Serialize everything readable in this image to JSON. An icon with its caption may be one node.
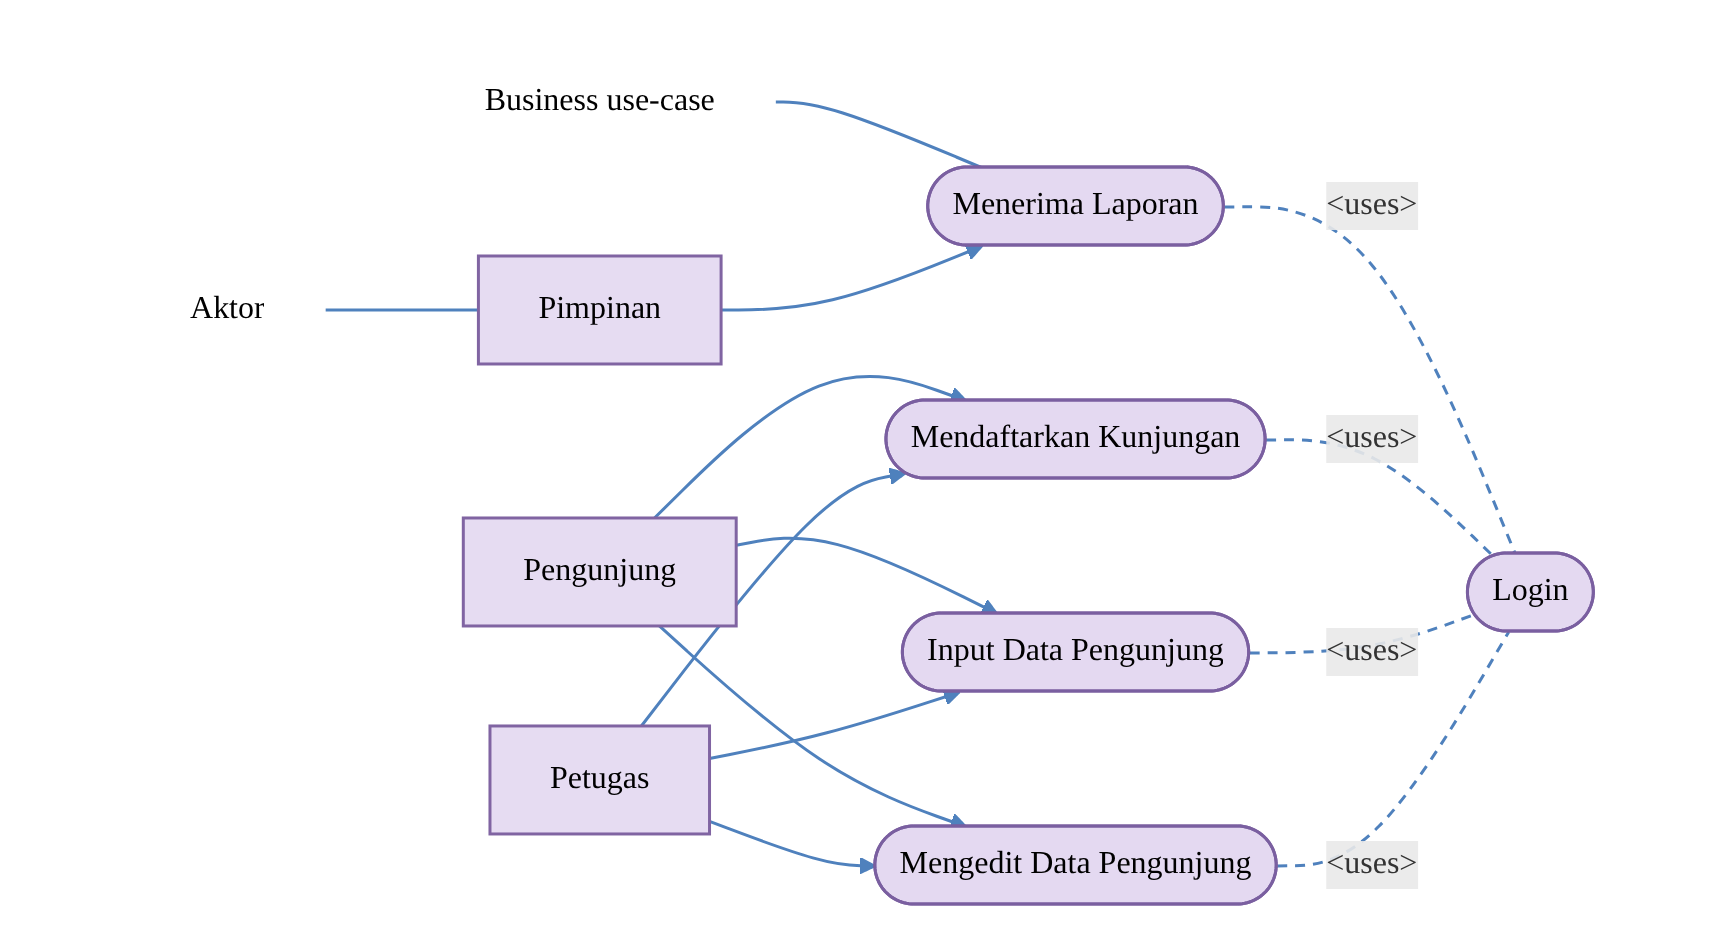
{
  "diagram": {
    "nodes": [
      {
        "text": [
          "Pimpinan"
        ]
      },
      {
        "text": [
          "Pengunjung"
        ]
      },
      {
        "text": [
          "Petugas"
        ]
      },
      {
        "text": [
          "Aktor"
        ]
      },
      {
        "text": [
          "Business use-case"
        ]
      },
      {
        "text": [
          "Menerima Laporan"
        ]
      },
      {
        "text": [
          "Mendaftarkan Kunjungan"
        ]
      },
      {
        "text": [
          "Input Data Pengunjung"
        ]
      },
      {
        "text": [
          "Mengedit Data Pengunjung"
        ]
      },
      {
        "text": [
          "Login"
        ]
      }
    ],
    "edges": [
      {
        "from": 3,
        "to": 0,
        "arrow": "none"
      },
      {
        "from": 4,
        "to": 5,
        "arrow": "none"
      },
      {
        "from": 0,
        "to": 5,
        "arrow": "to"
      },
      {
        "from": 1,
        "to": 6,
        "arrow": "to"
      },
      {
        "from": 1,
        "to": 7,
        "arrow": "to"
      },
      {
        "from": 1,
        "to": 8,
        "arrow": "to"
      },
      {
        "from": 2,
        "to": 6,
        "arrow": "to"
      },
      {
        "from": 2,
        "to": 7,
        "arrow": "to"
      },
      {
        "from": 2,
        "to": 8,
        "arrow": "to"
      },
      {
        "from": 5,
        "to": 9,
        "label": "<uses>",
        "arrow": "none",
        "style": "dashed"
      },
      {
        "from": 6,
        "to": 9,
        "label": "<uses>",
        "arrow": "none",
        "style": "dashed"
      },
      {
        "from": 7,
        "to": 9,
        "label": "<uses>",
        "arrow": "none",
        "style": "dashed"
      },
      {
        "from": 8,
        "to": 9,
        "label": "<uses>",
        "arrow": "none",
        "style": "dashed"
      }
    ]
  }
}
